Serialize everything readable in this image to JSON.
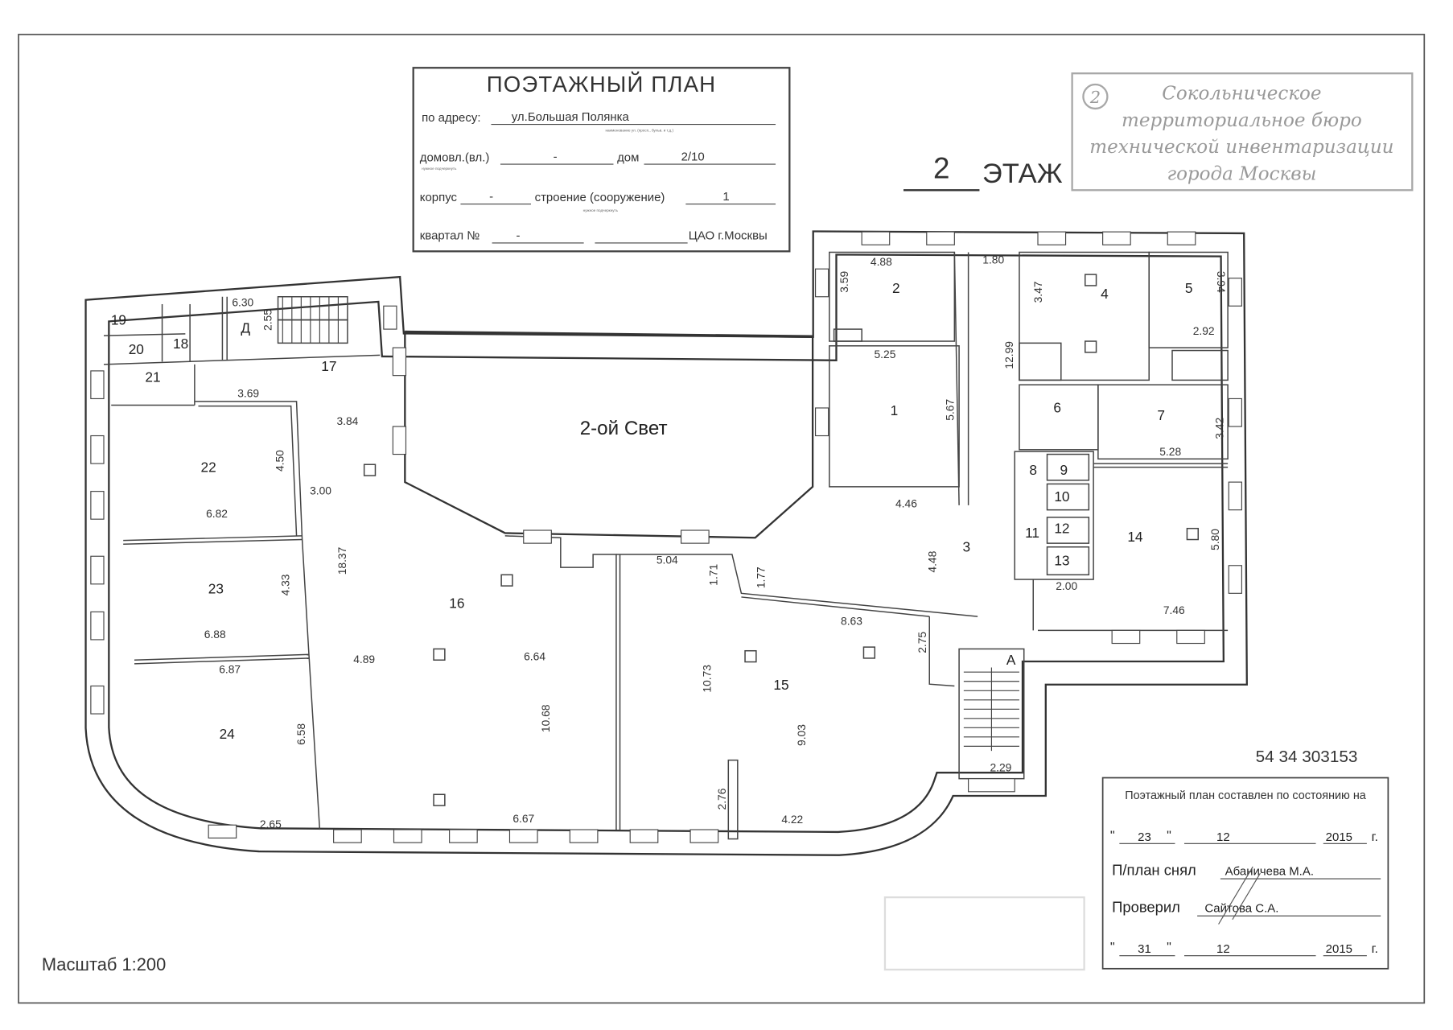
{
  "title_block": {
    "title": "ПОЭТАЖНЫЙ ПЛАН",
    "address_label": "по адресу:",
    "address_value": "ул.Большая Полянка",
    "address_hint": "наименование ул. (просп., бульв. и т.д.)",
    "domovl_label": "домовл.(вл.)",
    "domovl_value": "-",
    "dom_label": "дом",
    "dom_value": "2/10",
    "underline_hint": "нужное подчеркнуть",
    "korpus_label": "корпус",
    "korpus_value": "-",
    "stroenie_label": "строение (сооружение)",
    "stroenie_value": "1",
    "kvartal_label": "квартал №",
    "kvartal_value": "-",
    "district": "ЦАО г.Москвы"
  },
  "floor": {
    "number": "2",
    "label": "ЭТАЖ"
  },
  "stamp": {
    "number": "2",
    "lines": [
      "Сокольническое",
      "территориальное бюро",
      "технической инвентаризации",
      "города Москвы"
    ]
  },
  "plan": {
    "rooms": [
      "19",
      "20",
      "18",
      "21",
      "Д",
      "17",
      "22",
      "23",
      "24",
      "16",
      "15",
      "2-ой Свет",
      "1",
      "2",
      "3",
      "4",
      "5",
      "6",
      "7",
      "8",
      "9",
      "10",
      "11",
      "12",
      "13",
      "14",
      "А"
    ],
    "dims": [
      "6.30",
      "2.55",
      "3.69",
      "3.84",
      "3.00",
      "4.50",
      "6.82",
      "4.33",
      "18.37",
      "6.88",
      "6.87",
      "6.58",
      "4.89",
      "6.64",
      "10.68",
      "6.67",
      "2.65",
      "5.04",
      "1.71",
      "1.77",
      "10.73",
      "8.63",
      "2.75",
      "9.03",
      "2.76",
      "4.22",
      "2.29",
      "4.88",
      "1.80",
      "3.59",
      "5.25",
      "5.67",
      "4.46",
      "12.99",
      "3.47",
      "3.94",
      "2.92",
      "3.42",
      "5.28",
      "4.48",
      "2.00",
      "5.80",
      "7.46"
    ]
  },
  "inventory_number": "54 34 303153",
  "status_block": {
    "heading": "Поэтажный план составлен по состоянию на",
    "date1": {
      "day": "23",
      "month": "12",
      "year": "2015",
      "suffix": "г."
    },
    "drawn_label": "П/план снял",
    "drawn_by": "Абаничева М.А.",
    "checked_label": "Проверил",
    "checked_by": "Сайтова С.А.",
    "date2": {
      "day": "31",
      "month": "12",
      "year": "2015",
      "suffix": "г."
    }
  },
  "scale": "Масштаб 1:200"
}
